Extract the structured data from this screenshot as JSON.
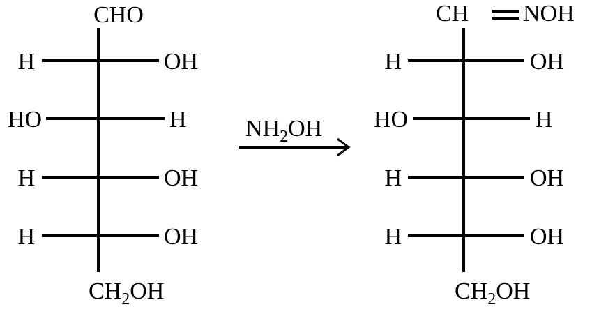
{
  "reactant": {
    "top": "CHO",
    "rows": [
      {
        "left": "H",
        "right": "OH"
      },
      {
        "left": "HO",
        "right": "H"
      },
      {
        "left": "H",
        "right": "OH"
      },
      {
        "left": "H",
        "right": "OH"
      }
    ],
    "bottom": {
      "main": "CH",
      "sub": "2",
      "end": "OH"
    }
  },
  "reagent": {
    "main": "NH",
    "sub": "2",
    "end": "OH"
  },
  "product": {
    "top_left": "CH",
    "top_right": "NOH",
    "rows": [
      {
        "left": "H",
        "right": "OH"
      },
      {
        "left": "HO",
        "right": "H"
      },
      {
        "left": "H",
        "right": "OH"
      },
      {
        "left": "H",
        "right": "OH"
      }
    ],
    "bottom": {
      "main": "CH",
      "sub": "2",
      "end": "OH"
    }
  }
}
